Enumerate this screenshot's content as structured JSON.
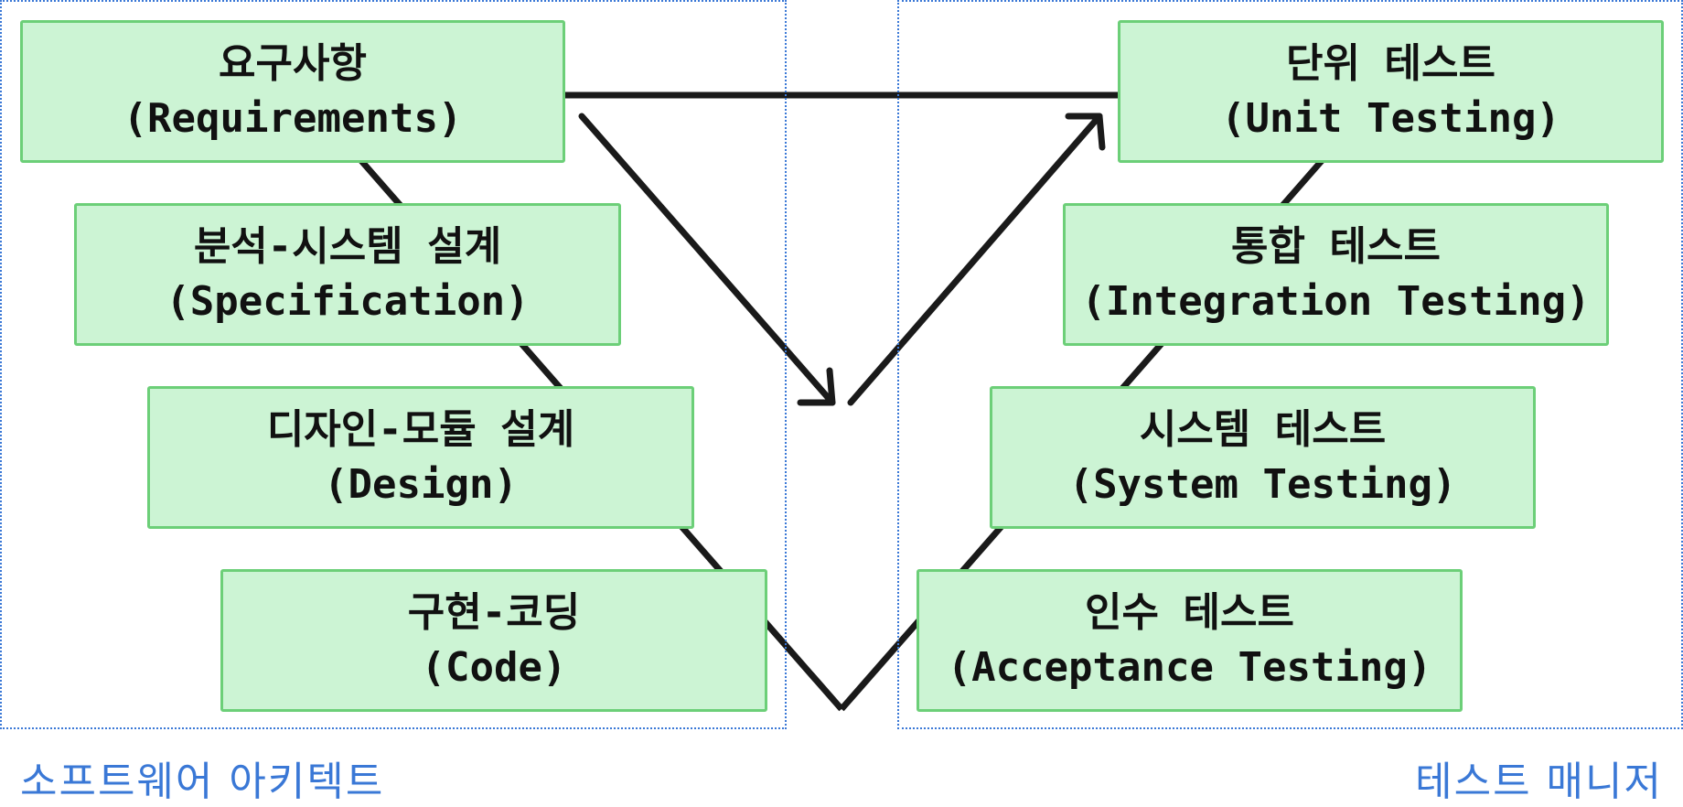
{
  "regions": {
    "left_label": "소프트웨어 아키텍트",
    "right_label": "테스트 매니저"
  },
  "development_steps": [
    {
      "korean": "요구사항",
      "english": "(Requirements)"
    },
    {
      "korean": "분석-시스템 설계",
      "english": "(Specification)"
    },
    {
      "korean": "디자인-모듈 설계",
      "english": "(Design)"
    },
    {
      "korean": "구현-코딩",
      "english": "(Code)"
    }
  ],
  "testing_steps": [
    {
      "korean": "단위 테스트",
      "english": "(Unit Testing)"
    },
    {
      "korean": "통합 테스트",
      "english": "(Integration Testing)"
    },
    {
      "korean": "시스템 테스트",
      "english": "(System Testing)"
    },
    {
      "korean": "인수 테스트",
      "english": "(Acceptance Testing)"
    }
  ],
  "colors": {
    "box_fill": "#ccf4d4",
    "box_border": "#6ccf78",
    "region_border": "#3a78d6",
    "label_text": "#3a78d6",
    "line": "#1a1a1a"
  }
}
